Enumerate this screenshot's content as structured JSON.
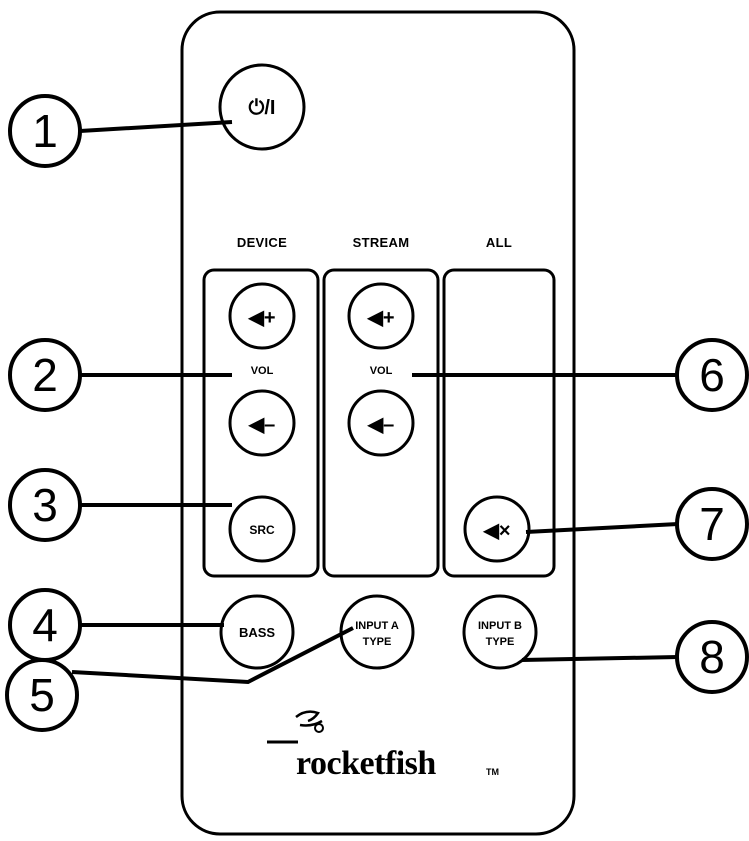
{
  "remote": {
    "power_label": "⏻/I",
    "group_labels": {
      "device": "DEVICE",
      "stream": "STREAM",
      "all": "ALL"
    },
    "vol_label_device": "VOL",
    "vol_label_stream": "VOL",
    "vol_up_label": "◀+",
    "vol_down_label": "◀–",
    "mute_label": "◀×",
    "src_label": "SRC",
    "bass_label": "BASS",
    "input_a_line1": "INPUT A",
    "input_a_line2": "TYPE",
    "input_b_line1": "INPUT B",
    "input_b_line2": "TYPE",
    "brand": "rocketfish",
    "brand_tm": "TM"
  },
  "callouts": [
    "1",
    "2",
    "3",
    "4",
    "5",
    "6",
    "7",
    "8"
  ],
  "icons": {
    "power": "power-icon",
    "volume_up": "speaker-plus-icon",
    "volume_down": "speaker-minus-icon",
    "mute": "speaker-mute-icon",
    "logo": "rocketfish-logo-icon"
  }
}
